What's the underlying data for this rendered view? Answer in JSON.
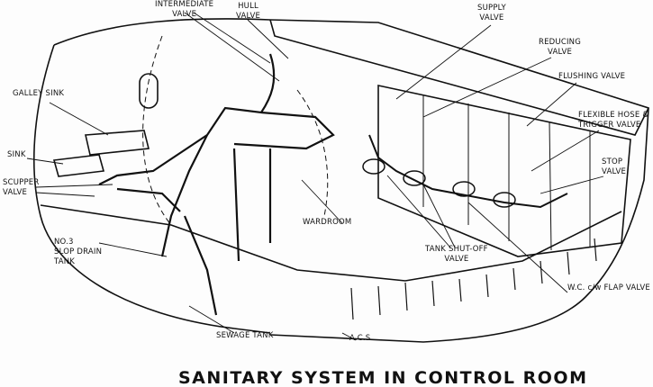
{
  "title": "SANITARY SYSTEM IN CONTROL ROOM",
  "labels": {
    "intermediate_valve": [
      "INTERMEDIATE",
      "VALVE"
    ],
    "hull_valve": [
      "HULL",
      "VALVE"
    ],
    "supply_valve": [
      "SUPPLY",
      "VALVE"
    ],
    "reducing_valve": [
      "REDUCING",
      "VALVE"
    ],
    "flushing_valve": "FLUSHING VALVE",
    "flexible_hose": [
      "FLEXIBLE HOSE &",
      "TRIGGER VALVE"
    ],
    "stop_valve": [
      "STOP",
      "VALVE"
    ],
    "galley_sink": "GALLEY SINK",
    "sink": "SINK",
    "scupper_valve": [
      "SCUPPER",
      "VALVE"
    ],
    "slop_drain_tank": [
      "NO.3",
      "SLOP DRAIN",
      "TANK"
    ],
    "wardroom": "WARDROOM",
    "tank_shutoff_valve": [
      "TANK SHUT-OFF",
      "VALVE"
    ],
    "wc_flap_valve": "W.C. c/w FLAP VALVE",
    "sewage_tank": "SEWAGE TANK",
    "acs": "A.C.S."
  }
}
